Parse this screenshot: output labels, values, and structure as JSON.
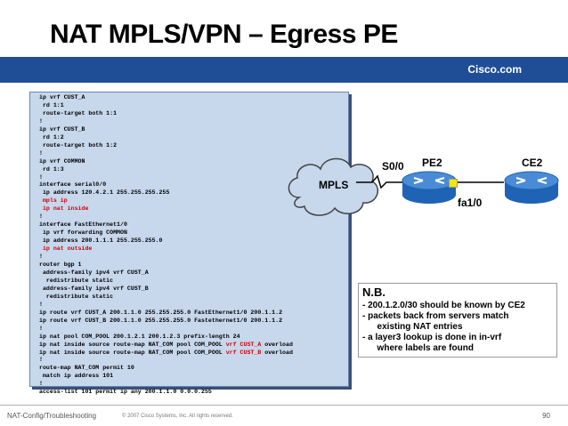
{
  "slide": {
    "title": "NAT MPLS/VPN – Egress PE",
    "brand": "Cisco.com"
  },
  "config_lines": [
    {
      "text": "ip vrf CUST_A"
    },
    {
      "text": " rd 1:1"
    },
    {
      "text": " route-target both 1:1"
    },
    {
      "text": "!"
    },
    {
      "text": "ip vrf CUST_B"
    },
    {
      "text": " rd 1:2"
    },
    {
      "text": " route-target both 1:2"
    },
    {
      "text": "!"
    },
    {
      "text": "ip vrf COMMON"
    },
    {
      "text": " rd 1:3"
    },
    {
      "text": "!"
    },
    {
      "text": "interface serial0/0"
    },
    {
      "text": " ip address 120.4.2.1 255.255.255.255"
    },
    {
      "text": " mpls ip",
      "red": true
    },
    {
      "text": " ip nat inside",
      "red": true
    },
    {
      "text": "!"
    },
    {
      "text": "interface FastEthernet1/0"
    },
    {
      "text": " ip vrf forwarding COMMON"
    },
    {
      "text": " ip address 200.1.1.1 255.255.255.0"
    },
    {
      "text": " ip nat outside",
      "red": true
    },
    {
      "text": "!"
    },
    {
      "text": "router bgp 1"
    },
    {
      "text": " address-family ipv4 vrf CUST_A"
    },
    {
      "text": "  redistribute static"
    },
    {
      "text": " address-family ipv4 vrf CUST_B"
    },
    {
      "text": "  redistribute static"
    },
    {
      "text": "!"
    },
    {
      "text": "ip route vrf CUST_A 200.1.1.0 255.255.255.0 FastEthernet1/0 200.1.1.2"
    },
    {
      "text": "ip route vrf CUST_B 200.1.1.0 255.255.255.0 Fastethernet1/0 200.1.1.2"
    },
    {
      "text": "!"
    },
    {
      "text": "ip nat pool COM_POOL 200.1.2.1 200.1.2.3 prefix-length 24"
    },
    {
      "text": "ip nat inside source route-map NAT_COM pool COM_POOL ",
      "tail": "vrf CUST_A",
      "end": " overload"
    },
    {
      "text": "ip nat inside source route-map NAT_COM pool COM_POOL ",
      "tail": "vrf CUST_B",
      "end": " overload"
    },
    {
      "text": "!"
    },
    {
      "text": "route-map NAT_COM permit 10"
    },
    {
      "text": " match ip address 101"
    },
    {
      "text": "!"
    },
    {
      "text": "access-list 101 permit ip any 200.1.1.0 0.0.0.255"
    }
  ],
  "diagram": {
    "cloud_label": "MPLS",
    "s0_label": "S0/0",
    "pe2_label": "PE2",
    "ce2_label": "CE2",
    "fa_label": "fa1/0",
    "colors": {
      "router": "#1f63b5",
      "link_dot": "#f5e800",
      "cloud": "#c7d7ec"
    }
  },
  "note": {
    "title": "N.B.",
    "items": [
      "- 200.1.2.0/30 should be known by CE2",
      "- packets back from servers match\n  existing NAT entries",
      "- a layer3 lookup is done in in-vrf\n  where labels are found"
    ]
  },
  "footer": {
    "left": "NAT-Config/Troubleshooting",
    "copyright": "© 2007 Cisco Systems, Inc. All rights reserved.",
    "page": "90"
  }
}
